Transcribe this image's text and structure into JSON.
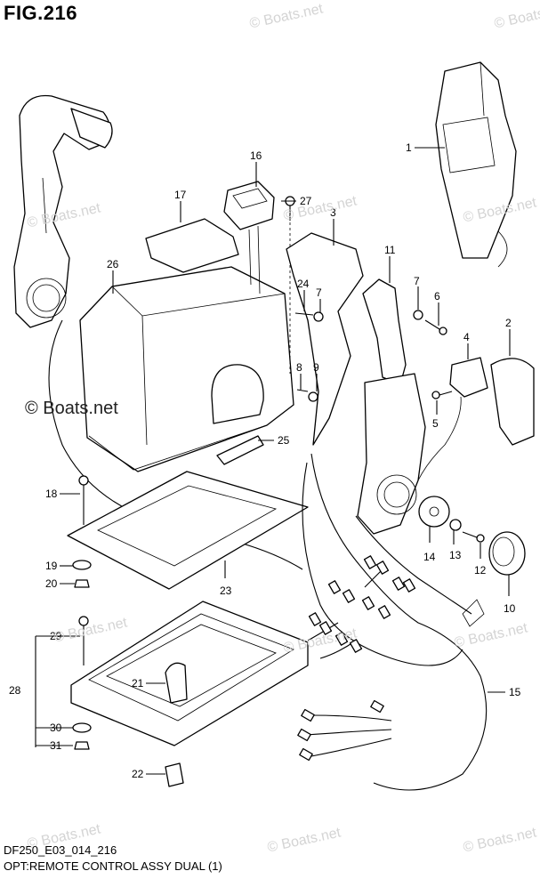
{
  "figure": {
    "title": "FIG.216",
    "drawing_code": "DF250_E03_014_216",
    "description": "OPT:REMOTE CONTROL ASSY DUAL (1)"
  },
  "watermark": {
    "main": "© Boats.net",
    "faint": "© Boats.net"
  },
  "callouts": [
    "1",
    "2",
    "3",
    "4",
    "5",
    "6",
    "7",
    "7",
    "8",
    "9",
    "10",
    "11",
    "12",
    "13",
    "14",
    "15",
    "16",
    "17",
    "18",
    "19",
    "20",
    "21",
    "22",
    "23",
    "24",
    "25",
    "26",
    "27",
    "28",
    "29",
    "30",
    "31"
  ],
  "colors": {
    "line": "#000000",
    "background": "#ffffff",
    "watermark": "#d4d4d4"
  }
}
